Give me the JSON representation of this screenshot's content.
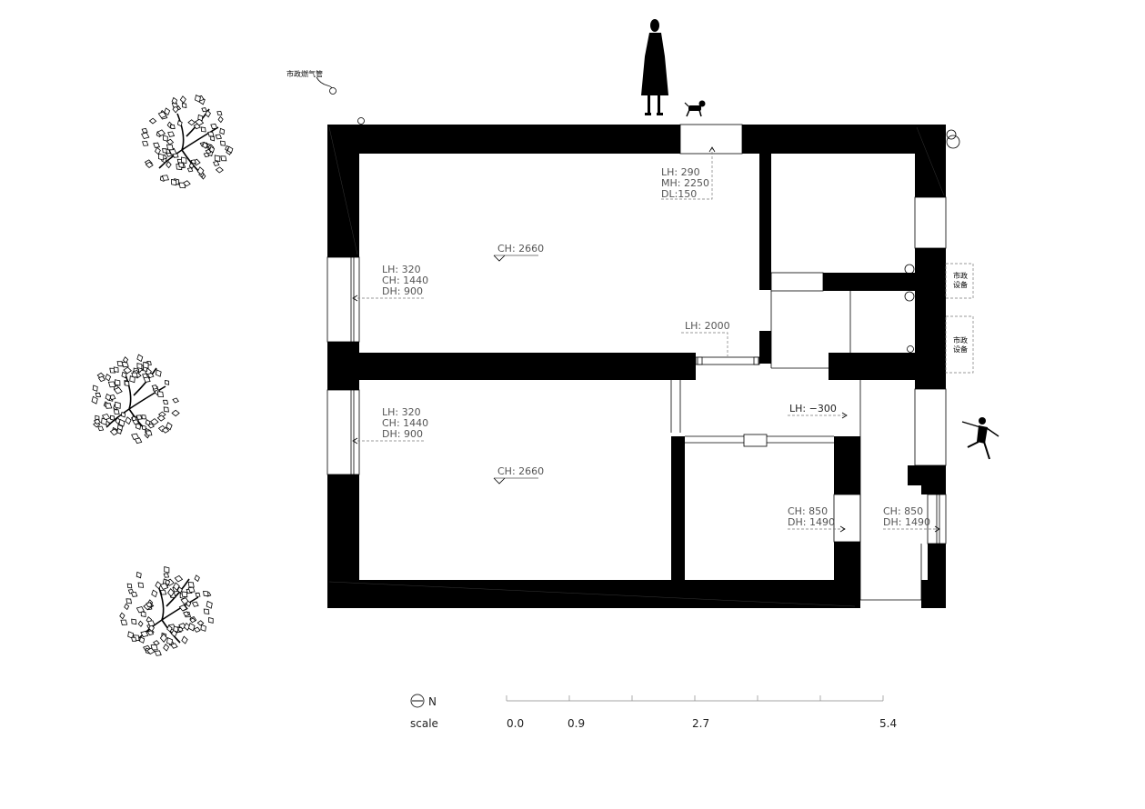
{
  "plan": {
    "pipe_label": "市政燃气管",
    "rooms": [
      {
        "ch": "CH: 2660"
      },
      {
        "ch": "CH: 2660"
      }
    ],
    "window_top": {
      "lh": "LH: 290",
      "mh": "MH: 2250",
      "dl": "DL:150"
    },
    "window_left_1": {
      "lh": "LH: 320",
      "ch": "CH: 1440",
      "dh": "DH: 900"
    },
    "window_left_2": {
      "lh": "LH: 320",
      "ch": "CH: 1440",
      "dh": "DH: 900"
    },
    "beam": {
      "lh": "LH: 2000"
    },
    "floor_step": {
      "lh": "LH: −300"
    },
    "window_small_1": {
      "ch": "CH: 850",
      "dh": "DH: 1490"
    },
    "window_small_2": {
      "ch": "CH: 850",
      "dh": "DH: 1490"
    },
    "equipment": [
      {
        "line1": "市政",
        "line2": "设备"
      },
      {
        "line1": "市政",
        "line2": "设备"
      }
    ]
  },
  "legend": {
    "north": "N",
    "scale_label": "scale",
    "ticks": [
      "0.0",
      "0.9",
      "2.7",
      "5.4"
    ]
  }
}
